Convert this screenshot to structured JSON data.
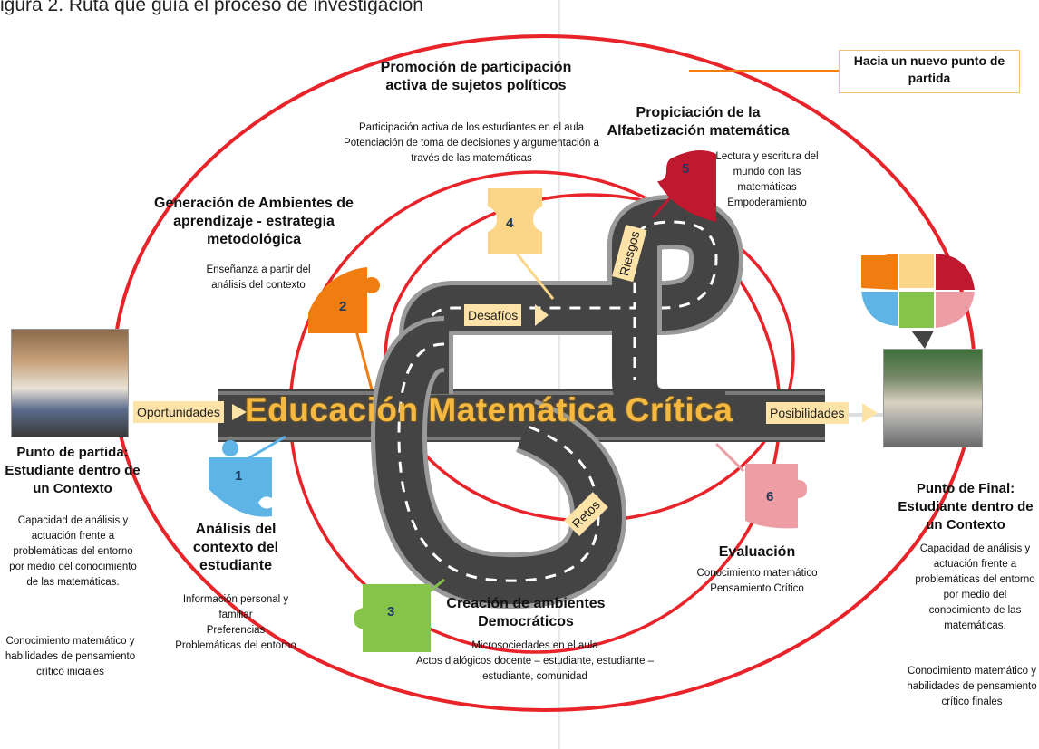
{
  "caption": "igura 2. Ruta que guía el proceso de investigación",
  "center_title": "Educación Matemática Crítica",
  "box_label": "Hacia un nuevo punto de partida",
  "arrow_labels": {
    "oportunidades": "Oportunidades",
    "posibilidades": "Posibilidades",
    "desafios": "Desafíos",
    "riesgos": "Riesgos",
    "retos": "Retos"
  },
  "start": {
    "title": "Punto de partida: Estudiante dentro de un Contexto",
    "desc": "Capacidad de análisis y actuación frente a problemáticas del entorno por medio del conocimiento de las matemáticas.",
    "desc2": "Conocimiento matemático y habilidades de pensamiento crítico iniciales"
  },
  "end": {
    "title": "Punto de Final: Estudiante dentro de un Contexto",
    "desc": "Capacidad de análisis y actuación frente a problemáticas del entorno por medio del conocimiento de las matemáticas.",
    "desc2": "Conocimiento matemático y habilidades de pensamiento crítico finales"
  },
  "stages": [
    {
      "num": "1",
      "title": "Análisis del contexto del estudiante",
      "items": [
        "Información personal y familiar",
        "Preferencias",
        "Problemáticas del entorno"
      ],
      "color": "#5fb4e6"
    },
    {
      "num": "2",
      "title": "Generación de Ambientes de aprendizaje - estrategia metodológica",
      "items": [
        "Enseñanza a partir del análisis del contexto"
      ],
      "color": "#f07d10"
    },
    {
      "num": "3",
      "title": "Creación de ambientes Democráticos",
      "items": [
        "Microsociedades en el aula",
        "Actos dialógicos docente – estudiante, estudiante – estudiante, comunidad"
      ],
      "color": "#86c34a"
    },
    {
      "num": "4",
      "title": "Promoción de participación activa de sujetos políticos",
      "items": [
        "Participación activa de los estudiantes en el aula",
        "Potenciación de toma de decisiones y argumentación a través de las matemáticas"
      ],
      "color": "#fcd688"
    },
    {
      "num": "5",
      "title": "Propiciación de la Alfabetización matemática",
      "items": [
        "Lectura y escritura del mundo con las matemáticas",
        "Empoderamiento"
      ],
      "color": "#c0182e"
    },
    {
      "num": "6",
      "title": "Evaluación",
      "items": [
        "Conocimiento matemático",
        "Pensamiento Crítico"
      ],
      "color": "#ef9da5"
    }
  ]
}
